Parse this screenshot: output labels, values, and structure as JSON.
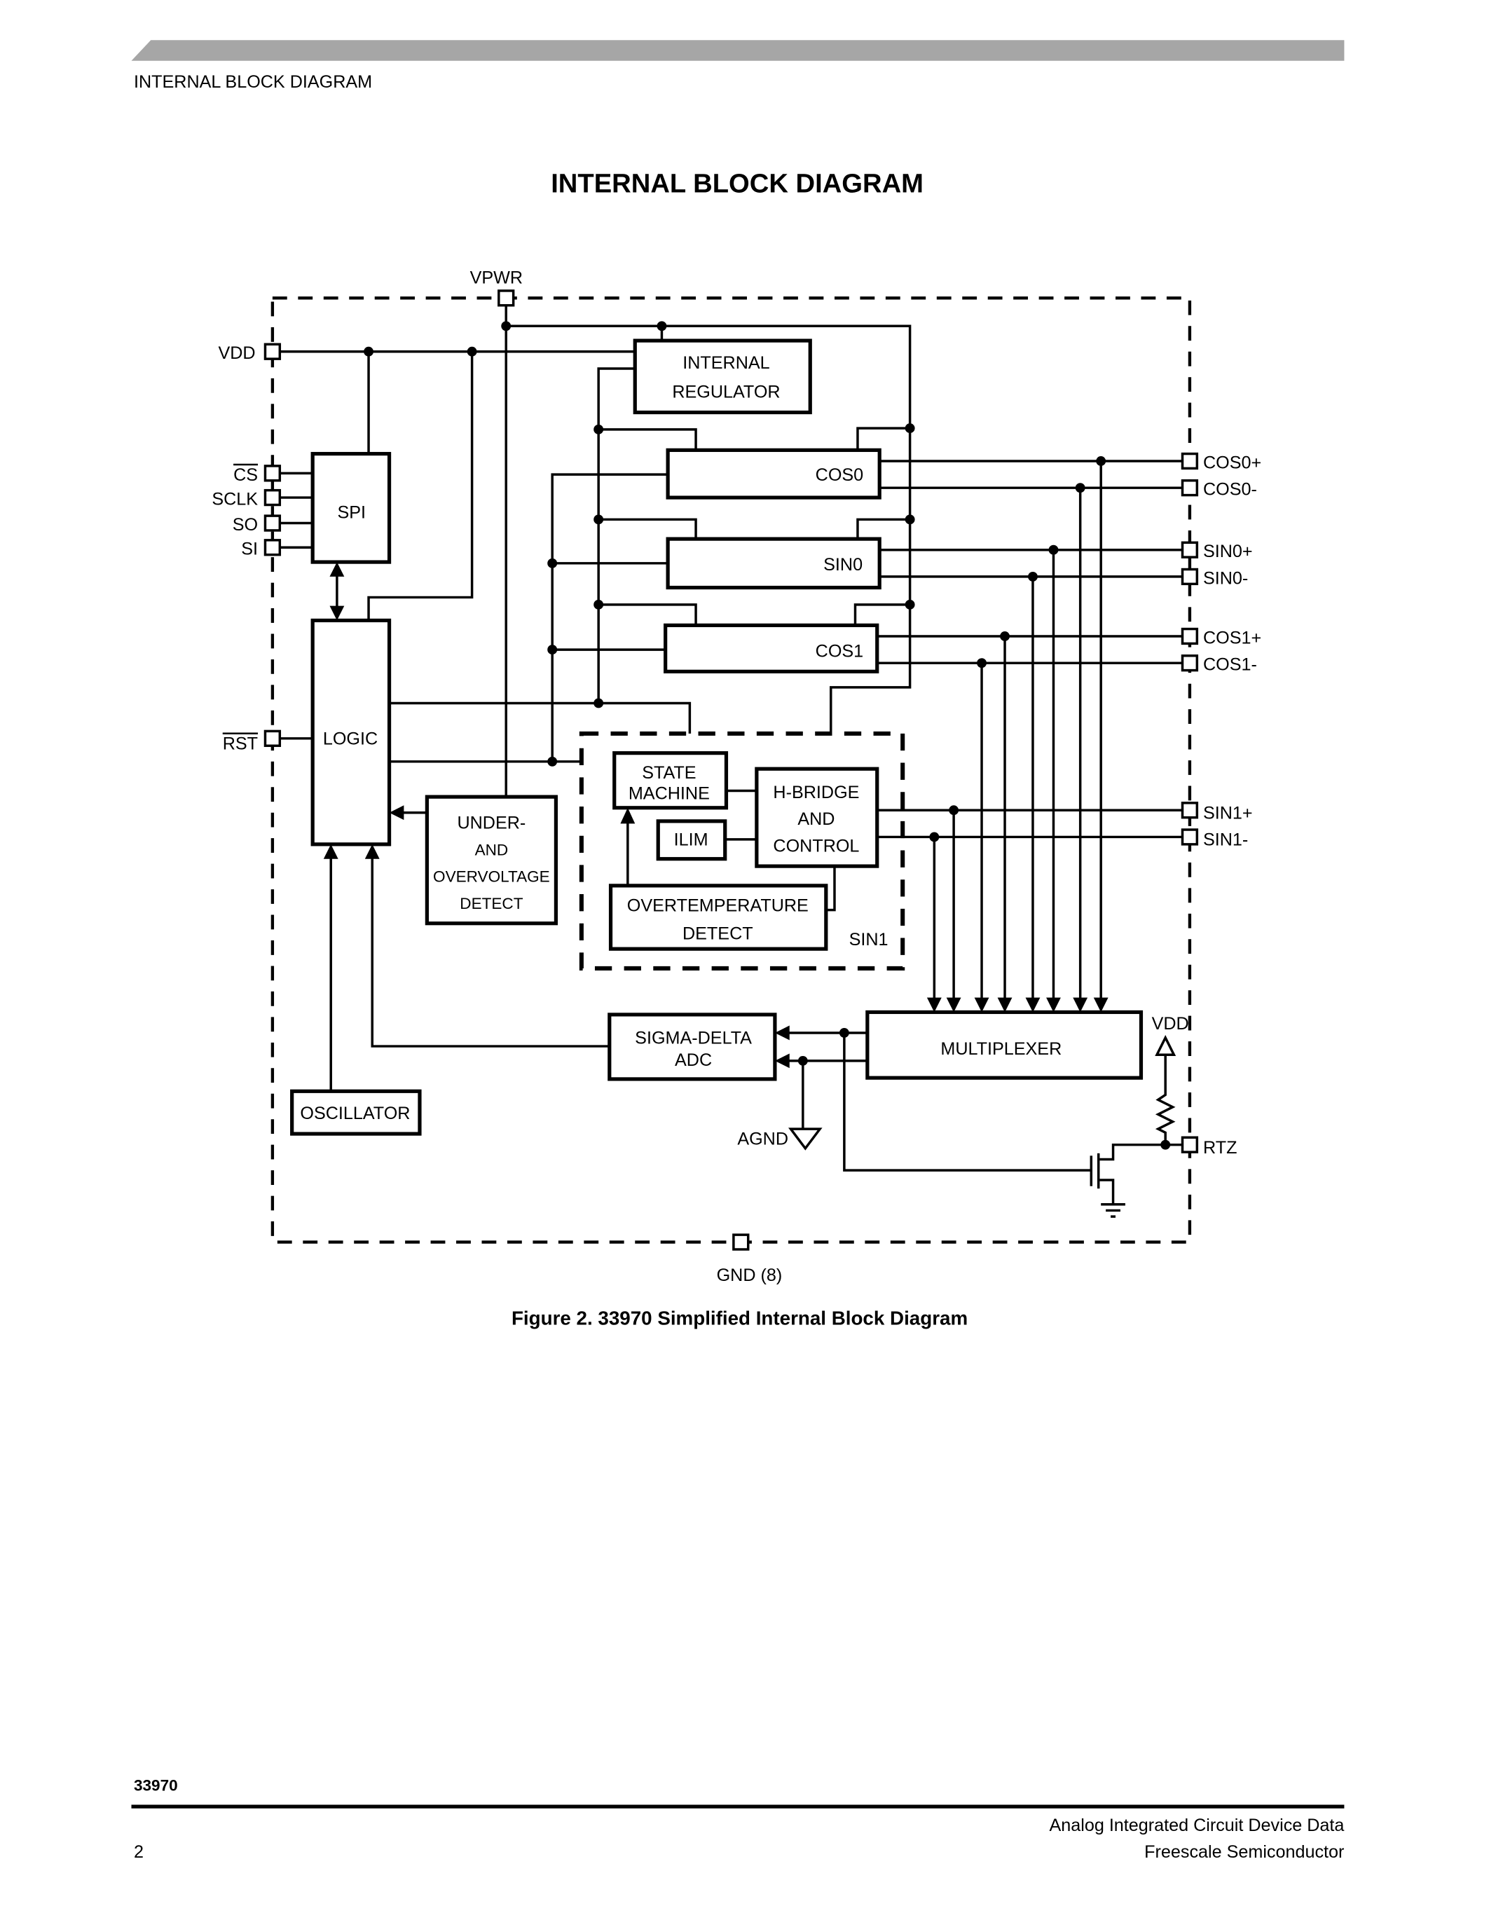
{
  "header": {
    "section": "INTERNAL BLOCK DIAGRAM",
    "title": "INTERNAL BLOCK DIAGRAM",
    "bar_color": "#a6a6a6"
  },
  "diagram": {
    "pins": {
      "vpwr": "VPWR",
      "vdd": "VDD",
      "cs": "CS",
      "sclk": "SCLK",
      "so": "SO",
      "si": "SI",
      "rst": "RST",
      "cos0p": "COS0+",
      "cos0m": "COS0-",
      "sin0p": "SIN0+",
      "sin0m": "SIN0-",
      "cos1p": "COS1+",
      "cos1m": "COS1-",
      "sin1p": "SIN1+",
      "sin1m": "SIN1-",
      "rtz": "RTZ",
      "gnd": "GND (8)",
      "agnd": "AGND",
      "vdd_ref": "VDD"
    },
    "blocks": {
      "regulator": [
        "INTERNAL",
        "REGULATOR"
      ],
      "spi": "SPI",
      "logic": "LOGIC",
      "cos0": "COS0",
      "sin0": "SIN0",
      "cos1": "COS1",
      "uv": [
        "UNDER-",
        "AND",
        "OVERVOLTAGE",
        "DETECT"
      ],
      "state_machine": [
        "STATE",
        "MACHINE"
      ],
      "hbridge": [
        "H-BRIDGE",
        "AND",
        "CONTROL"
      ],
      "ilim": "ILIM",
      "overtemp": [
        "OVERTEMPERATURE",
        "DETECT"
      ],
      "sin1": "SIN1",
      "multiplexer": "MULTIPLEXER",
      "adc": [
        "SIGMA-DELTA",
        "ADC"
      ],
      "oscillator": "OSCILLATOR"
    }
  },
  "caption": "Figure 2. 33970 Simplified Internal Block Diagram",
  "footer": {
    "part": "33970",
    "page": "2",
    "line1": "Analog Integrated Circuit Device Data",
    "line2": "Freescale Semiconductor"
  }
}
